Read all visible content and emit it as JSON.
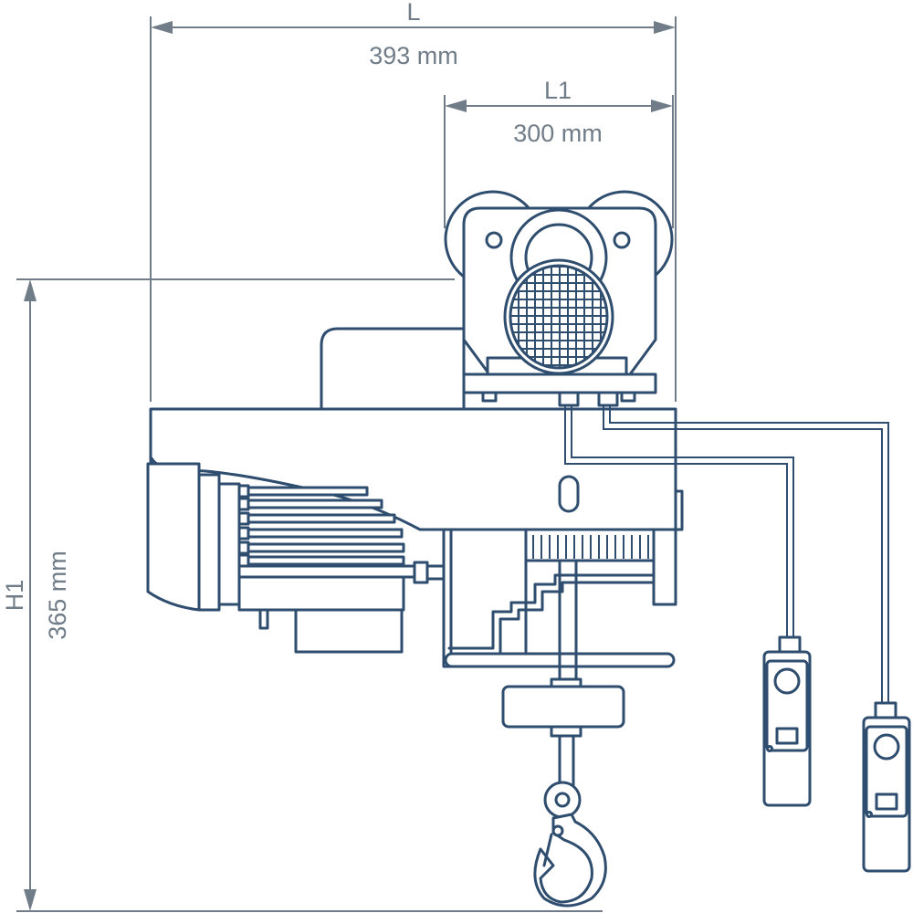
{
  "dimensions": {
    "length": {
      "label": "L",
      "value": "393 mm"
    },
    "trolley_length": {
      "label": "L1",
      "value": "300 mm"
    },
    "height": {
      "label": "H1",
      "value": "365 mm"
    }
  },
  "colors": {
    "outline": "#2f4d6e",
    "dimension": "#707d88",
    "background": "#ffffff"
  }
}
